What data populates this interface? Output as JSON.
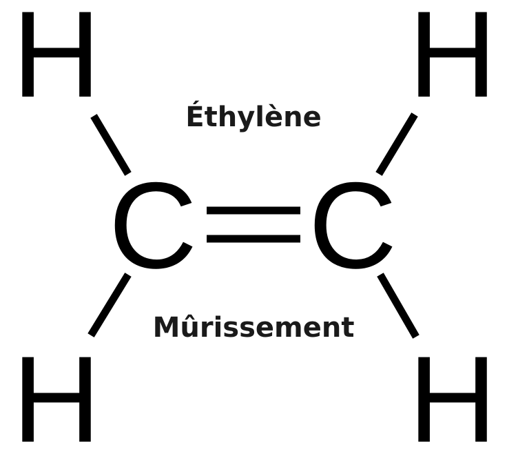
{
  "molecule": {
    "title": "Éthylène",
    "subtitle": "Mûrissement",
    "atoms": {
      "h_top_left": "H",
      "h_top_right": "H",
      "h_bottom_left": "H",
      "h_bottom_right": "H",
      "c_left": "C",
      "c_right": "C"
    },
    "color": "#000000"
  }
}
